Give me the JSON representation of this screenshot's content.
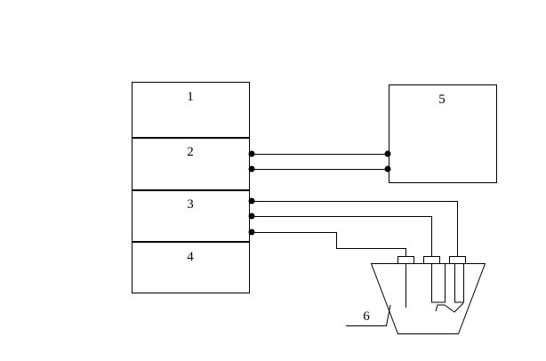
{
  "labels": {
    "block_1": "1",
    "block_2": "2",
    "block_3": "3",
    "block_4": "4",
    "box_5": "5",
    "vessel_6": "6"
  },
  "colors": {
    "line": "#000000",
    "background": "#ffffff"
  }
}
